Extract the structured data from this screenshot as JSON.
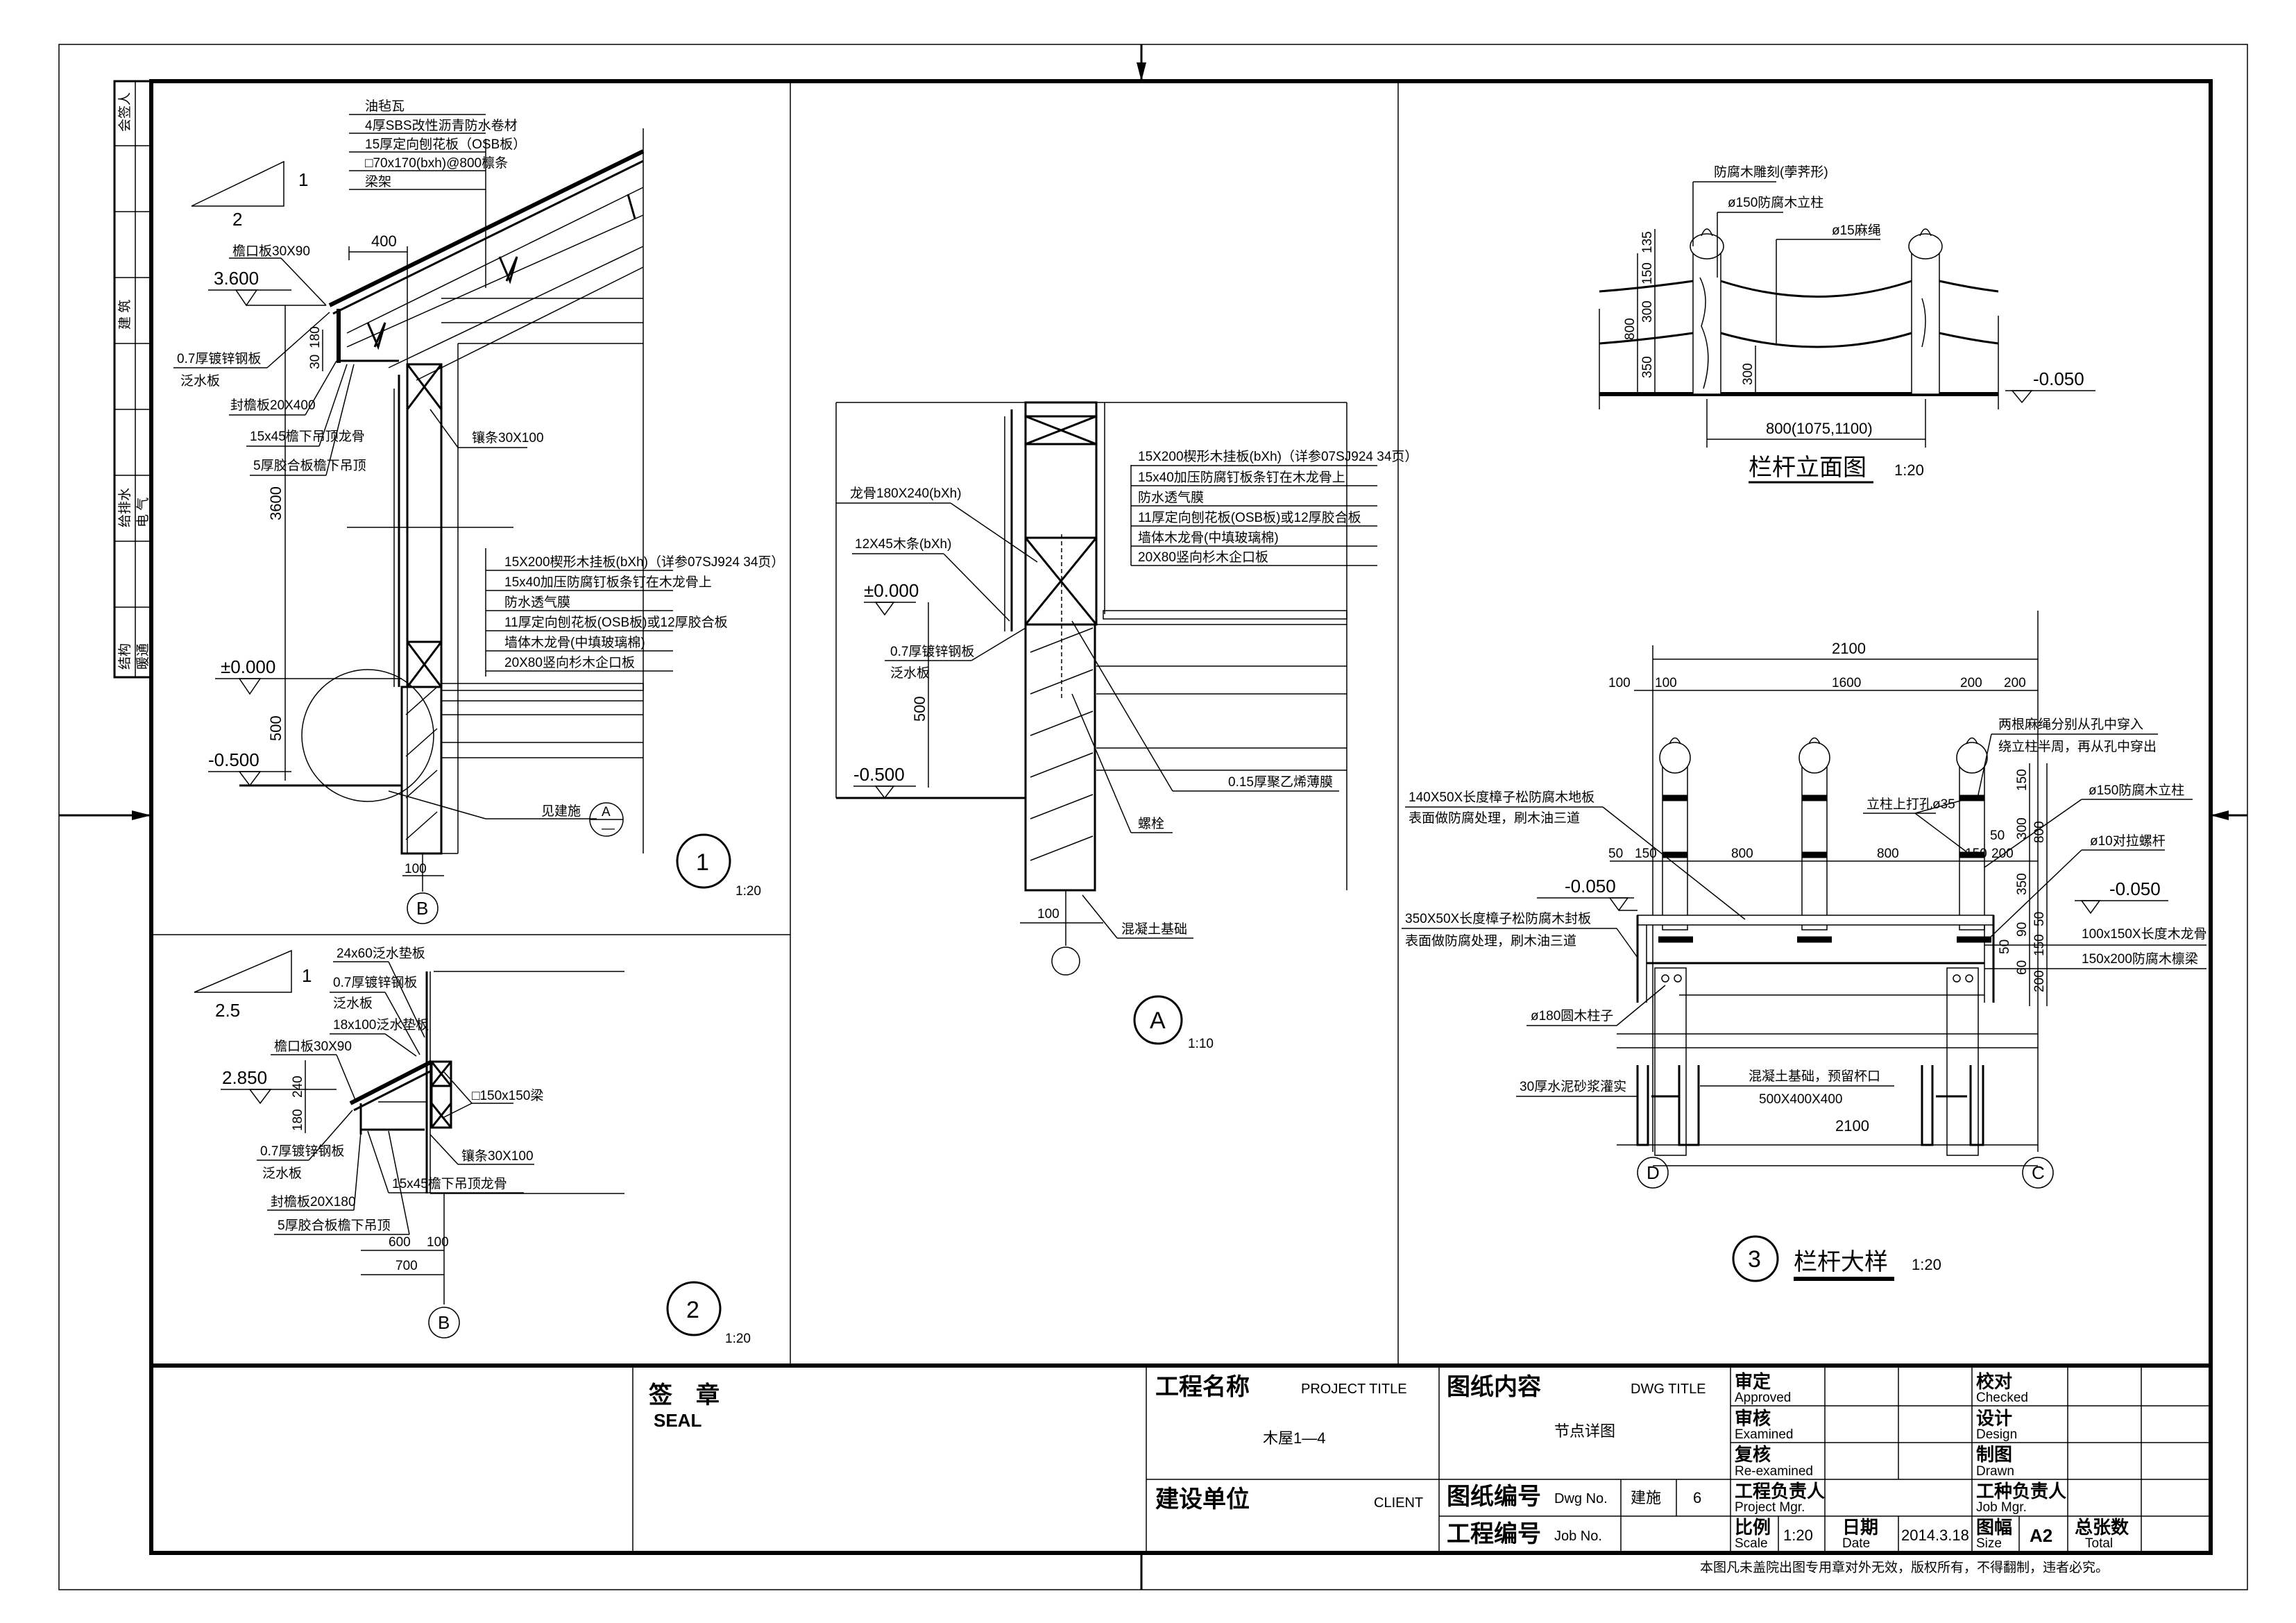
{
  "sheet": {
    "side_strip": [
      "会签人",
      "建 筑",
      "给排水",
      "电 气",
      "结构",
      "暖通"
    ],
    "seal_cn": "签　章",
    "seal_en": "SEAL",
    "notice": "本图凡未盖院出图专用章对外无效，版权所有，不得翻制，违者必究。"
  },
  "title_block": {
    "project_title_cn": "工程名称",
    "project_title_en": "PROJECT TITLE",
    "project_title_value": "木屋1—4",
    "client_cn": "建设单位",
    "client_en": "CLIENT",
    "dwg_title_cn": "图纸内容",
    "dwg_title_en": "DWG TITLE",
    "dwg_title_value": "节点详图",
    "dwg_no_cn": "图纸编号",
    "dwg_no_en": "Dwg No.",
    "dwg_no_prefix": "建施",
    "dwg_no_value": "6",
    "job_no_cn": "工程编号",
    "job_no_en": "Job No.",
    "approved_cn": "审定",
    "approved_en": "Approved",
    "examined_cn": "审核",
    "examined_en": "Examined",
    "reexamined_cn": "复核",
    "reexamined_en": "Re-examined",
    "project_mgr_cn": "工程负责人",
    "project_mgr_en": "Project Mgr.",
    "checked_cn": "校对",
    "checked_en": "Checked",
    "design_cn": "设计",
    "design_en": "Design",
    "drawn_cn": "制图",
    "drawn_en": "Drawn",
    "job_mgr_cn": "工种负责人",
    "job_mgr_en": "Job Mgr.",
    "scale_cn": "比例",
    "scale_en": "Scale",
    "scale_value": "1:20",
    "date_cn": "日期",
    "date_en": "Date",
    "date_value": "2014.3.18",
    "size_cn": "图幅",
    "size_en": "Size",
    "size_value": "A2",
    "total_cn": "总张数",
    "total_en": "Total"
  },
  "detail1": {
    "slope_rise": "1",
    "slope_run": "2",
    "roof_layers": [
      "油毡瓦",
      "4厚SBS改性沥青防水卷材",
      "15厚定向刨花板（OSB板）",
      "□70x170(bxh)@800檩条",
      "梁架"
    ],
    "dim_400": "400",
    "eave_board": "檐口板30X90",
    "elev_top": "3.600",
    "flashing_1": "0.7厚镀锌钢板",
    "flashing_2": "泛水板",
    "dim_30": "30",
    "dim_180": "180",
    "fascia": "封檐板20X400",
    "soffit_joist": "15x45檐下吊顶龙骨",
    "soffit_board": "5厚胶合板檐下吊顶",
    "trim": "镶条30X100",
    "dim_3600": "3600",
    "wall_layers": [
      "15X200楔形木挂板(bXh)（详参07SJ924  34页）",
      "15x40加压防腐钉板条钉在木龙骨上",
      "防水透气膜",
      "11厚定向刨花板(OSB板)或12厚胶合板",
      "墙体木龙骨(中填玻璃棉)",
      "20X80竖向杉木企口板"
    ],
    "elev_zero": "±0.000",
    "dim_500": "500",
    "elev_low": "-0.500",
    "ref_note": "见建施",
    "ref_letter": "A",
    "ref_sheet": "—",
    "dim_100": "100",
    "axis": "B",
    "number": "1",
    "scale": "1:20"
  },
  "detail2": {
    "slope_rise": "1",
    "slope_run": "2.5",
    "pad_24x60": "24x60泛水垫板",
    "flashing_top_1": "0.7厚镀锌钢板",
    "flashing_top_2": "泛水板",
    "pad_18x100": "18x100泛水垫板",
    "eave_board": "檐口板30X90",
    "elev": "2.850",
    "dim_240": "240",
    "dim_180": "180",
    "beam": "□150x150梁",
    "flashing_1": "0.7厚镀锌钢板",
    "flashing_2": "泛水板",
    "trim": "镶条30X100",
    "soffit_joist": "15x45檐下吊顶龙骨",
    "fascia": "封檐板20X180",
    "soffit_board": "5厚胶合板檐下吊顶",
    "dim_600": "600",
    "dim_100": "100",
    "dim_700": "700",
    "axis": "B",
    "number": "2",
    "scale": "1:20"
  },
  "detailA": {
    "wall_layers": [
      "15X200楔形木挂板(bXh)（详参07SJ924  34页）",
      "15x40加压防腐钉板条钉在木龙骨上",
      "防水透气膜",
      "11厚定向刨花板(OSB板)或12厚胶合板",
      "墙体木龙骨(中填玻璃棉)",
      "20X80竖向杉木企口板"
    ],
    "stud": "龙骨180X240(bXh)",
    "strip": "12X45木条(bXh)",
    "elev_zero": "±0.000",
    "flashing_1": "0.7厚镀锌钢板",
    "flashing_2": "泛水板",
    "dim_500": "500",
    "elev_low": "-0.500",
    "membrane": "0.15厚聚乙烯薄膜",
    "bolt": "螺栓",
    "foundation": "混凝土基础",
    "dim_100": "100",
    "number": "A",
    "scale": "1:10"
  },
  "railing_elevation": {
    "finial": "防腐木雕刻(荸荠形)",
    "post": "ø150防腐木立柱",
    "rope": "ø15麻绳",
    "dims_v": [
      "135",
      "150",
      "300",
      "350"
    ],
    "dim_800": "800",
    "dim_300": "300",
    "elev": "-0.050",
    "spacing": "800(1075,1100)",
    "title": "栏杆立面图",
    "scale": "1:20"
  },
  "detail3": {
    "dim_total_top": "2100",
    "dims_top": [
      "100",
      "100",
      "1600",
      "200",
      "200"
    ],
    "dims_mid": [
      "50",
      "150",
      "800",
      "800",
      "50",
      "150",
      "200"
    ],
    "dims_right": [
      "150",
      "300",
      "800",
      "350",
      "50",
      "90",
      "150",
      "50",
      "60",
      "200"
    ],
    "rope_note_1": "两根麻绳分别从孔中穿入",
    "rope_note_2": "绕立柱半周，再从孔中穿出",
    "hole": "立柱上打孔ø35",
    "post": "ø150防腐木立柱",
    "bolt": "ø10对拉螺杆",
    "deck_1": "140X50X长度樟子松防腐木地板",
    "deck_2": "表面做防腐处理，刷木油三道",
    "fascia_1": "350X50X长度樟子松防腐木封板",
    "fascia_2": "表面做防腐处理，刷木油三道",
    "elev_left": "-0.050",
    "elev_right": "-0.050",
    "joist": "100x150X长度木龙骨",
    "beam": "150x200防腐木檩梁",
    "column": "ø180圆木柱子",
    "grout": "30厚水泥砂浆灌实",
    "footing_1": "混凝土基础，预留杯口",
    "footing_2": "500X400X400",
    "dim_total_bottom": "2100",
    "axis_left": "D",
    "axis_right": "C",
    "number": "3",
    "title": "栏杆大样",
    "scale": "1:20"
  }
}
